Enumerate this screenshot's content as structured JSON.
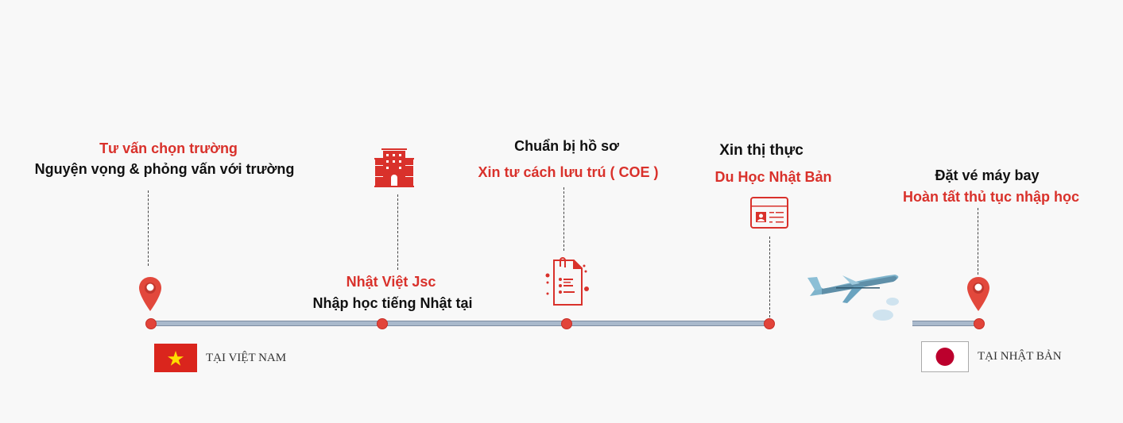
{
  "steps": [
    {
      "title": "Tư vấn chọn trường",
      "subtitle": "Nguyện vọng & phỏng vấn với trường",
      "icon": "map-pin-icon"
    },
    {
      "title": "Nhật Việt Jsc",
      "subtitle": "Nhập học tiếng Nhật tại",
      "icon": "building-icon"
    },
    {
      "title": "Chuẩn bị hồ sơ",
      "subtitle": "Xin tư cách lưu trú ( COE )",
      "icon": "document-icon"
    },
    {
      "title": "Xin thị thực",
      "subtitle": "Du Học Nhật Bản",
      "icon": "id-card-icon"
    },
    {
      "title": "Đặt vé máy bay",
      "subtitle": "Hoàn tất thủ tục nhập học",
      "icon": "map-pin-icon"
    }
  ],
  "locations": {
    "vietnam": {
      "label": "TẠI VIỆT NAM",
      "icon": "vietnam-flag-icon"
    },
    "japan": {
      "label": "TẠI NHẬT BẢN",
      "icon": "japan-flag-icon"
    }
  },
  "colors": {
    "accent": "#d9312b",
    "text": "#111111",
    "track": "#a9b9cc",
    "plane": "#7fb4cc"
  }
}
